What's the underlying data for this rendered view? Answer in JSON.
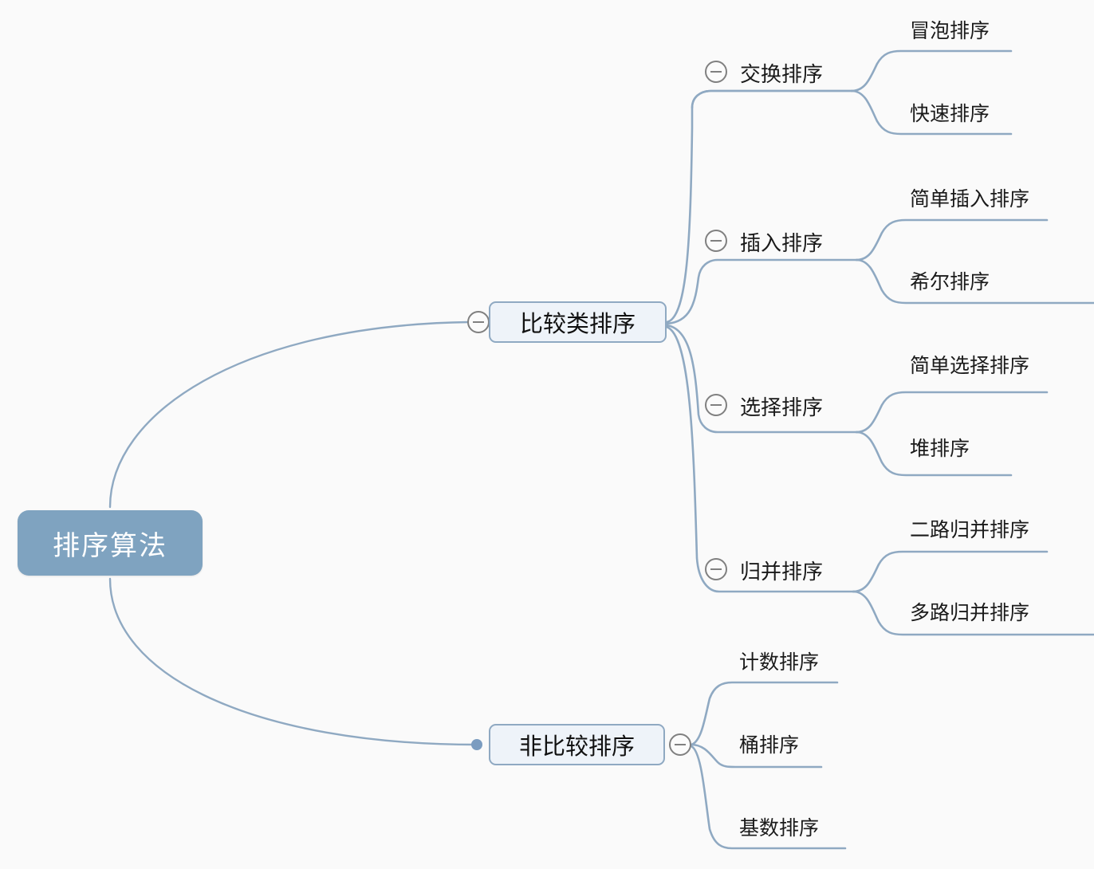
{
  "diagram": {
    "type": "mindmap",
    "title": "排序算法",
    "background_color": "#fafafa",
    "accent_color": "#7fa3c0",
    "line_color": "#8fa9c2",
    "toggle_color": "#808080",
    "root": {
      "label": "排序算法",
      "fill": "#7fa3c0",
      "text_color": "#ffffff"
    },
    "branches": [
      {
        "label": "比较类排序",
        "toggle": "collapse-minus-icon",
        "toggle_side": "left",
        "children": [
          {
            "label": "交换排序",
            "toggle": "collapse-minus-icon",
            "leaves": [
              "冒泡排序",
              "快速排序"
            ]
          },
          {
            "label": "插入排序",
            "toggle": "collapse-minus-icon",
            "leaves": [
              "简单插入排序",
              "希尔排序"
            ]
          },
          {
            "label": "选择排序",
            "toggle": "collapse-minus-icon",
            "leaves": [
              "简单选择排序",
              "堆排序"
            ]
          },
          {
            "label": "归并排序",
            "toggle": "collapse-minus-icon",
            "leaves": [
              "二路归并排序",
              "多路归并排序"
            ]
          }
        ]
      },
      {
        "label": "非比较排序",
        "toggle": "collapse-minus-icon",
        "toggle_side": "right",
        "children": [
          {
            "label": "计数排序",
            "leaves": []
          },
          {
            "label": "桶排序",
            "leaves": []
          },
          {
            "label": "基数排序",
            "leaves": []
          }
        ]
      }
    ]
  }
}
